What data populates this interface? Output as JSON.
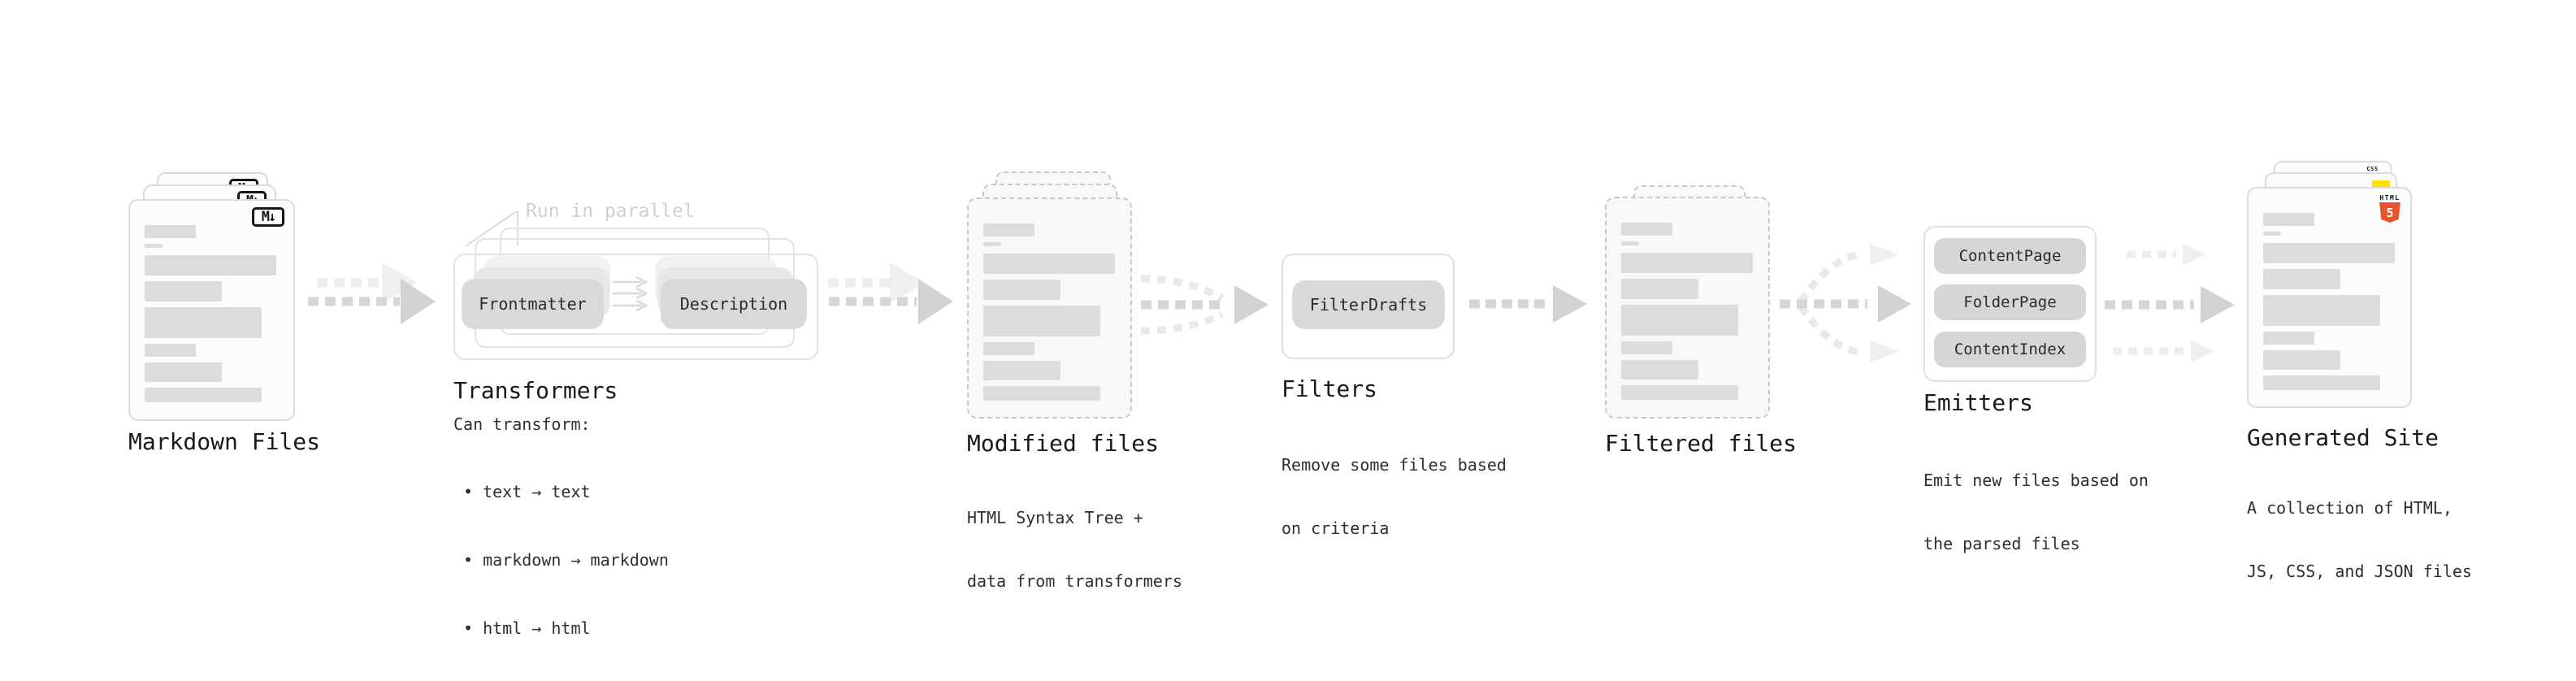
{
  "pipeline": {
    "markdown_files": {
      "label": "Markdown Files",
      "file_icon": "M↓"
    },
    "transformers": {
      "title": "Transformers",
      "annotation": "Run in parallel",
      "source_pill": "Frontmatter",
      "result_pill": "Description",
      "note_heading": "Can transform:",
      "bullets": [
        "• text → text",
        "• markdown → markdown",
        "• html → html"
      ]
    },
    "modified_files": {
      "label": "Modified files",
      "note_line1": "HTML Syntax Tree +",
      "note_line2": "data from transformers"
    },
    "filters": {
      "title": "Filters",
      "pill": "FilterDrafts",
      "note_line1": "Remove some files based",
      "note_line2": "on criteria"
    },
    "filtered_files": {
      "label": "Filtered files"
    },
    "emitters": {
      "title": "Emitters",
      "pills": [
        "ContentPage",
        "FolderPage",
        "ContentIndex"
      ],
      "note_line1": "Emit new files based on",
      "note_line2": "the parsed files"
    },
    "generated_site": {
      "label": "Generated Site",
      "note_line1": "A collection of HTML,",
      "note_line2": "JS, CSS, and JSON files",
      "badges": {
        "html_word": "HTML",
        "html_number": "5",
        "css_word": "CSS"
      }
    }
  },
  "colors": {
    "html5_orange": "#e8542c",
    "js_yellow": "#ffdf00",
    "css_blue": "#2d67f0",
    "arrow_gray": "#d6d6d6",
    "faint_arrow_gray": "#ededed",
    "annotation_gray": "#d0d0d0"
  }
}
